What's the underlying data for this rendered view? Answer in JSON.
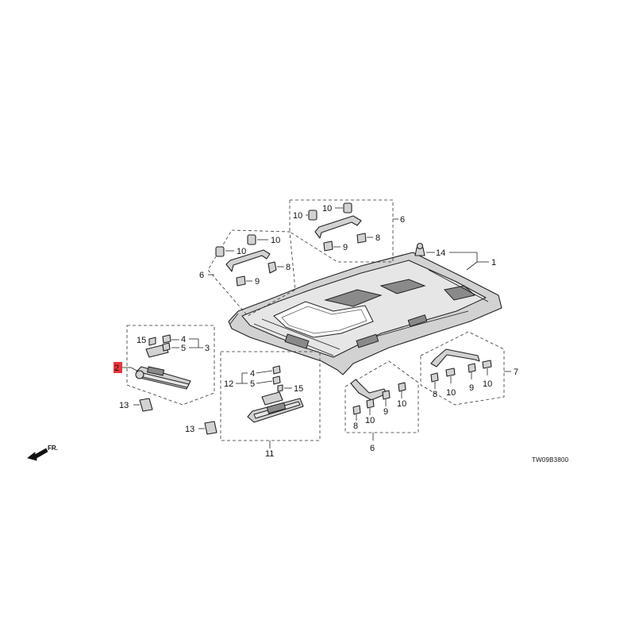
{
  "diagram_code": "TW09B3800",
  "front_arrow_label": "FR.",
  "highlighted_part": "2",
  "highlight_color": "#e8353b",
  "callouts": {
    "c1": "1",
    "c14": "14",
    "c6_tl": "6",
    "c10_tl_a": "10",
    "c10_tl_b": "10",
    "c8_tl": "8",
    "c9_tl": "9",
    "c6_tr": "6",
    "c10_tr_a": "10",
    "c10_tr_b": "10",
    "c8_tr": "8",
    "c9_tr": "9",
    "c2": "2",
    "c15_l": "15",
    "c4_l": "4",
    "c5_l": "5",
    "c3": "3",
    "c13_l": "13",
    "c12": "12",
    "c4_m": "4",
    "c5_m": "5",
    "c15_m": "15",
    "c11": "11",
    "c13_m": "13",
    "c6_b": "6",
    "c8_b": "8",
    "c10_b_a": "10",
    "c9_b": "9",
    "c10_b_b": "10",
    "c7": "7",
    "c8_r": "8",
    "c10_r_a": "10",
    "c9_r": "9",
    "c10_r_b": "10"
  }
}
